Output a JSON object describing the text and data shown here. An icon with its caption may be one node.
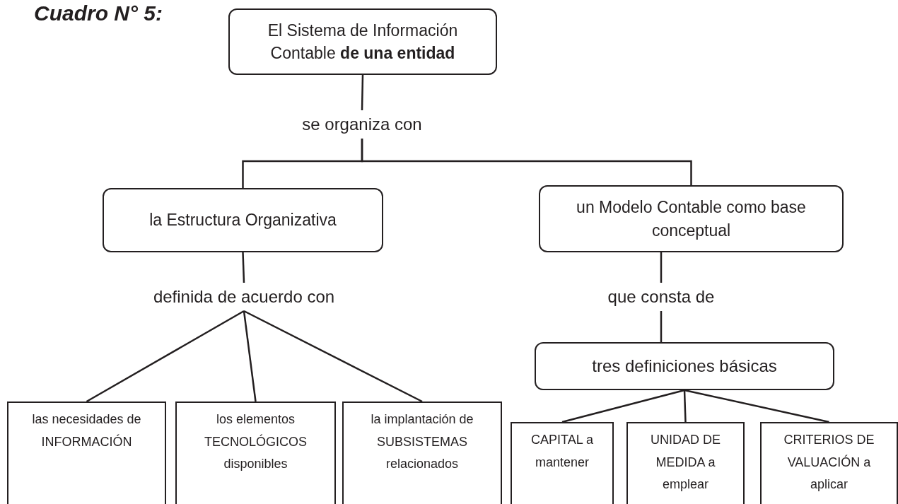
{
  "diagram": {
    "title": "Cuadro N° 5:",
    "nodes": [
      {
        "text": [
          "El Sistema de Información Contable **de una entidad**"
        ]
      },
      {
        "text": [
          "se organiza con"
        ]
      },
      {
        "text": [
          "la Estructura Organizativa"
        ]
      },
      {
        "text": [
          "un Modelo Contable como base conceptual"
        ]
      },
      {
        "text": [
          "definida de acuerdo con"
        ]
      },
      {
        "text": [
          "que consta de"
        ]
      },
      {
        "text": [
          "tres definiciones básicas"
        ]
      },
      {
        "text": [
          "las necesidades de INFORMACIÓN"
        ]
      },
      {
        "text": [
          "los elementos TECNOLÓGICOS disponibles"
        ]
      },
      {
        "text": [
          "la implantación de SUBSISTEMAS relacionados"
        ]
      },
      {
        "text": [
          "CAPITAL a mantener"
        ]
      },
      {
        "text": [
          "UNIDAD DE MEDIDA a emplear"
        ]
      },
      {
        "text": [
          "CRITERIOS DE VALUACIÓN a aplicar"
        ]
      }
    ],
    "edges": [
      {
        "from": 0,
        "to": 1,
        "arrow": "none"
      },
      {
        "from": 1,
        "to": 2,
        "arrow": "none"
      },
      {
        "from": 1,
        "to": 3,
        "arrow": "none"
      },
      {
        "from": 2,
        "to": 4,
        "arrow": "none"
      },
      {
        "from": 3,
        "to": 5,
        "arrow": "none"
      },
      {
        "from": 4,
        "to": 7,
        "arrow": "none"
      },
      {
        "from": 4,
        "to": 8,
        "arrow": "none"
      },
      {
        "from": 4,
        "to": 9,
        "arrow": "none"
      },
      {
        "from": 5,
        "to": 6,
        "arrow": "none"
      },
      {
        "from": 6,
        "to": 10,
        "arrow": "none"
      },
      {
        "from": 6,
        "to": 11,
        "arrow": "none"
      },
      {
        "from": 6,
        "to": 12,
        "arrow": "none"
      }
    ]
  }
}
